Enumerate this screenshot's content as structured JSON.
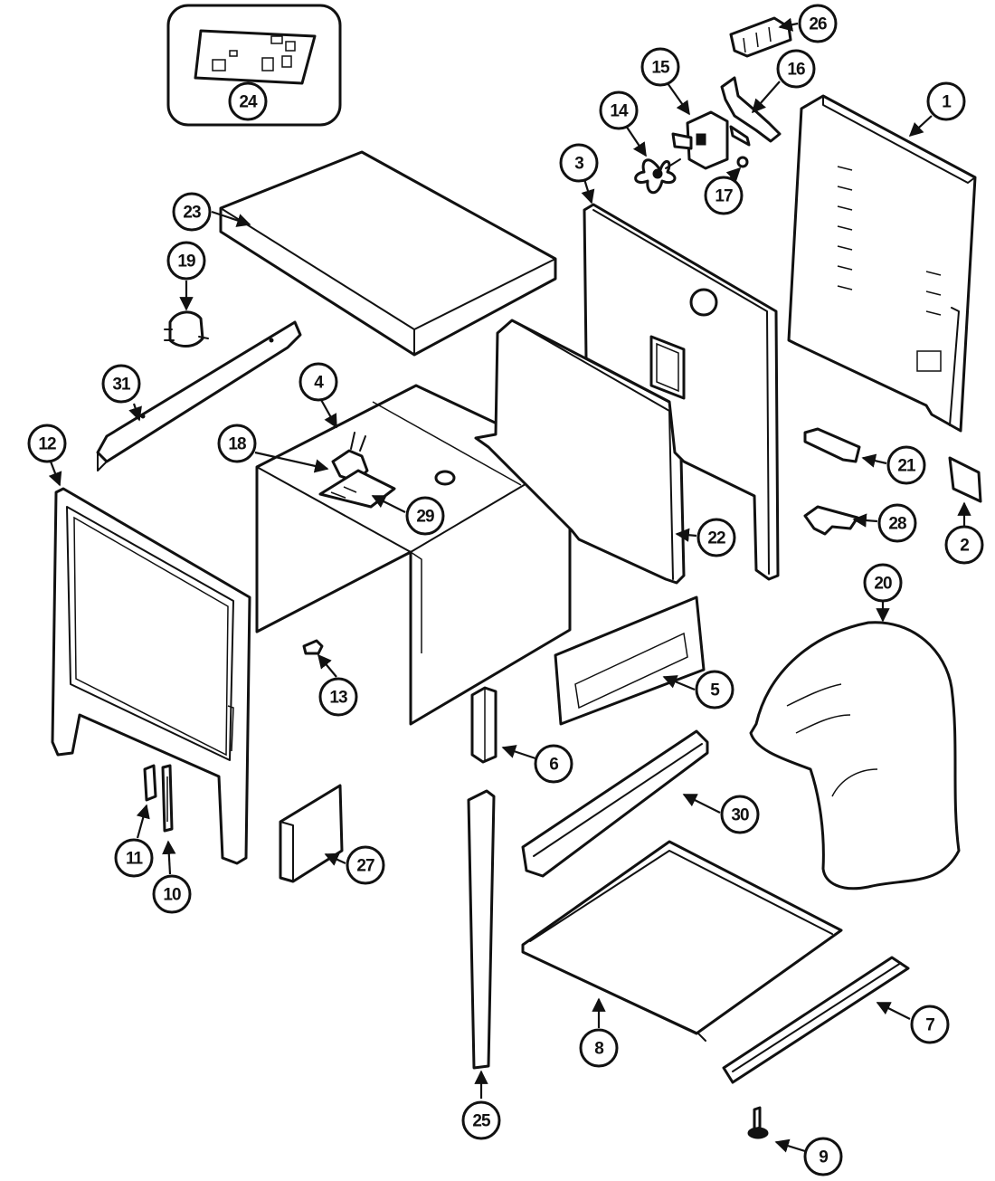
{
  "callouts": [
    {
      "label": "1"
    },
    {
      "label": "2"
    },
    {
      "label": "3"
    },
    {
      "label": "4"
    },
    {
      "label": "5"
    },
    {
      "label": "6"
    },
    {
      "label": "7"
    },
    {
      "label": "8"
    },
    {
      "label": "9"
    },
    {
      "label": "10"
    },
    {
      "label": "11"
    },
    {
      "label": "12"
    },
    {
      "label": "13"
    },
    {
      "label": "14"
    },
    {
      "label": "15"
    },
    {
      "label": "16"
    },
    {
      "label": "17"
    },
    {
      "label": "18"
    },
    {
      "label": "19"
    },
    {
      "label": "20"
    },
    {
      "label": "21"
    },
    {
      "label": "22"
    },
    {
      "label": "23"
    },
    {
      "label": "24"
    },
    {
      "label": "25"
    },
    {
      "label": "26"
    },
    {
      "label": "27"
    },
    {
      "label": "28"
    },
    {
      "label": "29"
    },
    {
      "label": "30"
    },
    {
      "label": "31"
    }
  ]
}
